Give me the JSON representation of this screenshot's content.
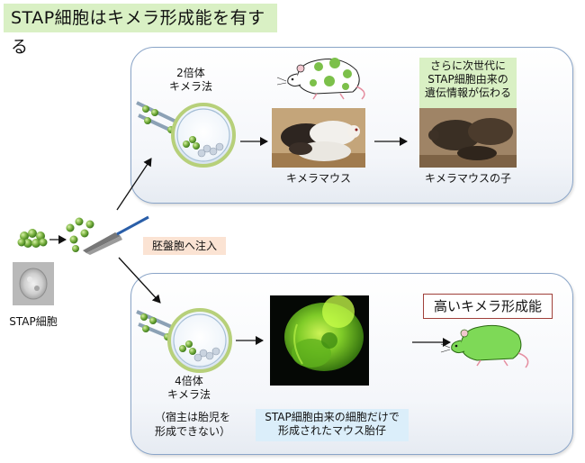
{
  "title": "STAP細胞はキメラ形成能を有する",
  "stap_cell_label": "STAP細胞",
  "injection_label": "胚盤胞へ注入",
  "top_panel": {
    "method_line1": "2倍体",
    "method_line2": "キメラ法",
    "chimera_mouse_label": "キメラマウス",
    "offspring_label": "キメラマウスの子",
    "note_line1": "さらに次世代に",
    "note_line2": "STAP細胞由来の",
    "note_line3": "遺伝情報が伝わる"
  },
  "bottom_panel": {
    "method_line1": "4倍体",
    "method_line2": "キメラ法",
    "host_note_line1": "（宿主は胎児を",
    "host_note_line2": "形成できない）",
    "embryo_note_line1": "STAP細胞由来の細胞だけで",
    "embryo_note_line2": "形成されたマウス胎仔",
    "result_label": "高いキメラ形成能"
  },
  "colors": {
    "title_bg": "#d9f0c4",
    "panel_border": "#8aa5c8",
    "green_cell": "#7cb342",
    "highlight_pink": "#fbe3d3",
    "highlight_blue": "#dbeefa",
    "outline_red": "#a0403a"
  }
}
